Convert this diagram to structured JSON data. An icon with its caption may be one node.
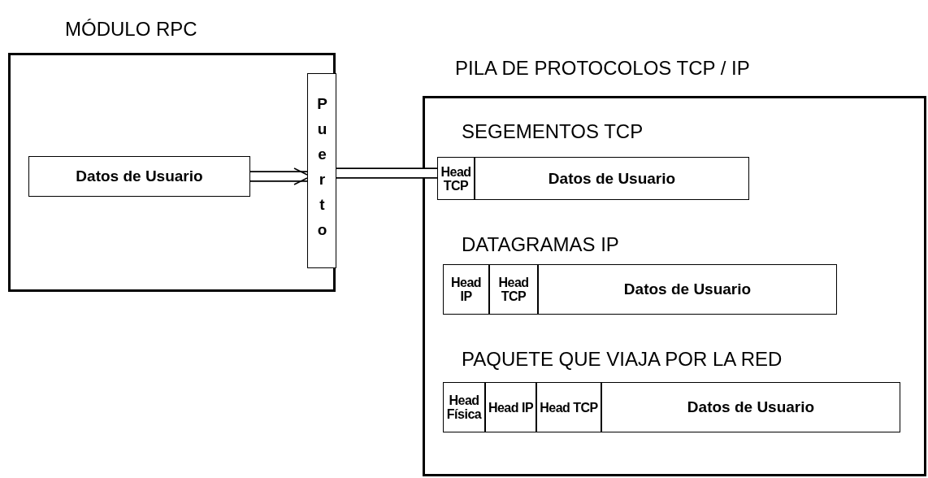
{
  "diagram": {
    "nodes": [
      {
        "text": [
          "MÓDULO RPC"
        ]
      },
      {
        "text": [
          "Datos de Usuario"
        ],
        "in": 0
      },
      {
        "text": [
          "Puerto"
        ],
        "in": 0
      },
      {
        "text": [
          "PILA DE PROTOCOLOS TCP / IP"
        ]
      },
      {
        "text": [
          "SEGEMENTOS TCP"
        ],
        "in": 3
      },
      {
        "text": [
          "Head TCP"
        ],
        "in": 4
      },
      {
        "text": [
          "Datos de Usuario"
        ],
        "in": 4
      },
      {
        "text": [
          "DATAGRAMAS IP"
        ],
        "in": 3
      },
      {
        "text": [
          "Head IP"
        ],
        "in": 7
      },
      {
        "text": [
          "Head TCP"
        ],
        "in": 7
      },
      {
        "text": [
          "Datos de Usuario"
        ],
        "in": 7
      },
      {
        "text": [
          "PAQUETE QUE VIAJA POR LA RED"
        ],
        "in": 3
      },
      {
        "text": [
          "Head Física"
        ],
        "in": 11
      },
      {
        "text": [
          "Head IP"
        ],
        "in": 11
      },
      {
        "text": [
          "Head TCP"
        ],
        "in": 11
      },
      {
        "text": [
          "Datos de Usuario"
        ],
        "in": 11
      }
    ],
    "edges": [
      {
        "from": 1,
        "to": 2,
        "arrow": "to"
      },
      {
        "from": 2,
        "to": 5,
        "arrow": "none"
      }
    ]
  }
}
